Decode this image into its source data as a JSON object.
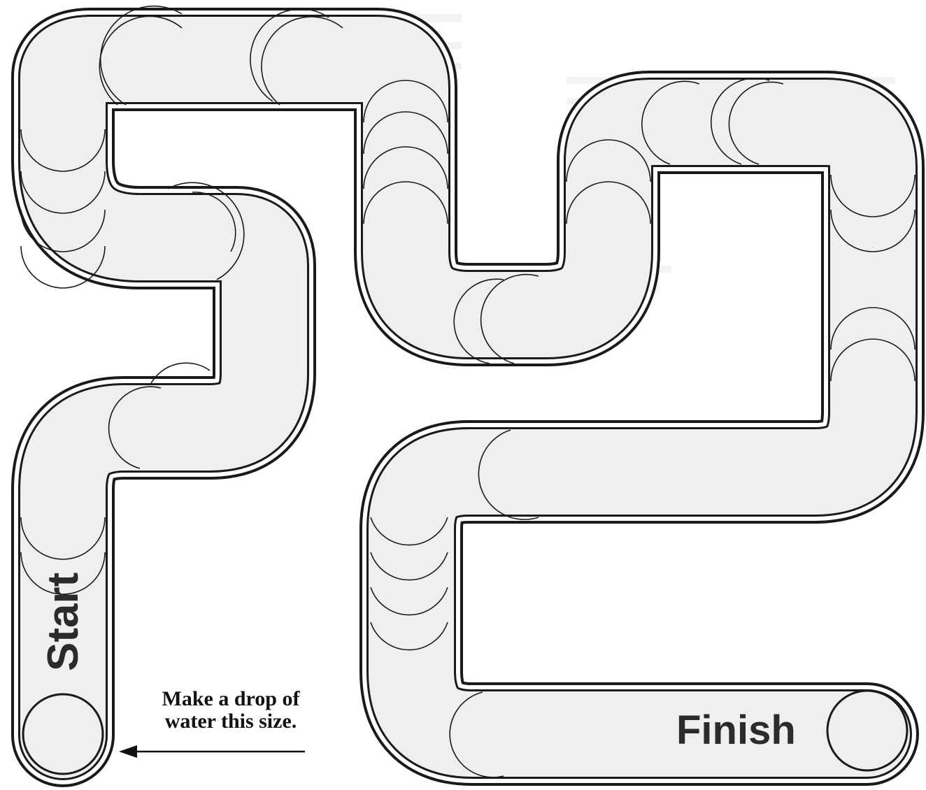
{
  "game": {
    "start_label": "Start",
    "finish_label": "Finish",
    "instruction": {
      "line1": "Make a drop of",
      "line2": "water this size."
    },
    "icons": {
      "arrow": "arrow-left-icon",
      "drop_circle_start": "water-drop-circle-icon",
      "drop_circle_finish": "finish-circle-icon"
    },
    "colors": {
      "track_outline": "#1a1a1a",
      "track_fill": "#efefef",
      "background": "#ffffff"
    }
  }
}
